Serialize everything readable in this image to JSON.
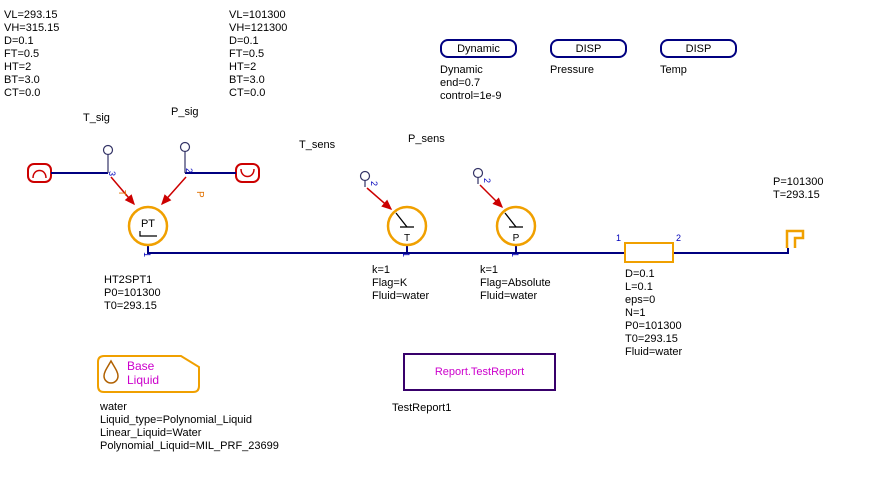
{
  "colors": {
    "wire": "#000080",
    "component_orange": "#F0A000",
    "arrow_red": "#CC0000",
    "magenta": "#CC00CC",
    "port_blue": "#0000BB",
    "top_box_border": "#000080",
    "report_border": "#38006B"
  },
  "signal_sources": {
    "t_sig": {
      "label": "T_sig",
      "params": [
        "VL=293.15",
        "VH=315.15",
        "D=0.1",
        "FT=0.5",
        "HT=2",
        "BT=3.0",
        "CT=0.0"
      ]
    },
    "p_sig": {
      "label": "P_sig",
      "params": [
        "VL=101300",
        "VH=121300",
        "D=0.1",
        "FT=0.5",
        "HT=2",
        "BT=3.0",
        "CT=0.0"
      ]
    }
  },
  "top_boxes": {
    "dynamic": {
      "label": "Dynamic",
      "caption": [
        "Dynamic",
        "end=0.7",
        "control=1e-9"
      ]
    },
    "disp_pressure": {
      "label": "DISP",
      "caption": [
        "Pressure"
      ]
    },
    "disp_temp": {
      "label": "DISP",
      "caption": [
        "Temp"
      ]
    }
  },
  "converter": {
    "symbol": "PT",
    "port_in_t": "3",
    "port_in_p": "2",
    "port_label_t": "T",
    "port_label_p": "P",
    "port_out": "1",
    "params": [
      "HT2SPT1",
      "P0=101300",
      "T0=293.15"
    ]
  },
  "sensors": {
    "t": {
      "label": "T_sens",
      "symbol": "T",
      "port_top": "2",
      "port_bottom": "1",
      "params": [
        "k=1",
        "Flag=K",
        "Fluid=water"
      ]
    },
    "p": {
      "label": "P_sens",
      "symbol": "P",
      "port_top": "2",
      "port_bottom": "1",
      "params": [
        "k=1",
        "Flag=Absolute",
        "Fluid=water"
      ]
    }
  },
  "pipe": {
    "port_left": "1",
    "port_right": "2",
    "params": [
      "D=0.1",
      "L=0.1",
      "eps=0",
      "N=1",
      "P0=101300",
      "T0=293.15",
      "Fluid=water"
    ]
  },
  "boundary": {
    "params": [
      "P=101300",
      "T=293.15"
    ]
  },
  "base_liquid": {
    "title_line1": "Base",
    "title_line2": "Liquid",
    "params": [
      "water",
      "Liquid_type=Polynomial_Liquid",
      "Linear_Liquid=Water",
      "Polynomial_Liquid=MIL_PRF_23699"
    ]
  },
  "report": {
    "label": "Report.TestReport",
    "caption": "TestReport1"
  }
}
